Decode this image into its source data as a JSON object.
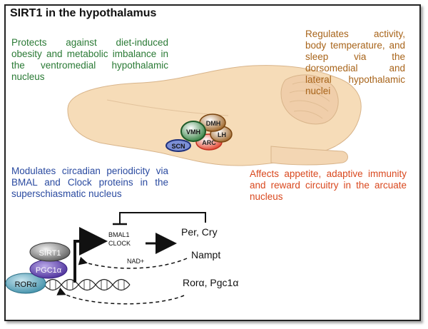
{
  "title": "SIRT1 in the hypothalamus",
  "annotations": {
    "ventromedial": "Protects against diet-induced obesity and metabolic imbalance in the ventromedial hypothalamic nucleus",
    "dorsomedial": "Regulates activity, body temperature, and sleep via the dorsomedial and lateral hypothalamic nuclei",
    "circadian": "Modulates circadian periodicity via BMAL and Clock proteins in the superschiasmatic nucleus",
    "arcuate": "Affects appetite, adaptive immunity and reward circuitry in the arcuate nucleus"
  },
  "nuclei": {
    "vmh": "VMH",
    "dmh": "DMH",
    "lh": "LH",
    "arc": "ARC",
    "scn": "SCN"
  },
  "pathway": {
    "sirt1": "SIRT1",
    "pgc1a": "PGC1α",
    "rora": "RORα",
    "bmal1": "BMAL1",
    "clock": "CLOCK",
    "per_cry": "Per, Cry",
    "nampt": "Nampt",
    "nad": "NAD+",
    "ror_pgc": "Rorα, Pgc1α"
  },
  "colors": {
    "green": "#2a7a35",
    "brown": "#a8641a",
    "blue": "#2a4aa0",
    "red": "#d9481e",
    "brain": "#f6dcb8"
  }
}
